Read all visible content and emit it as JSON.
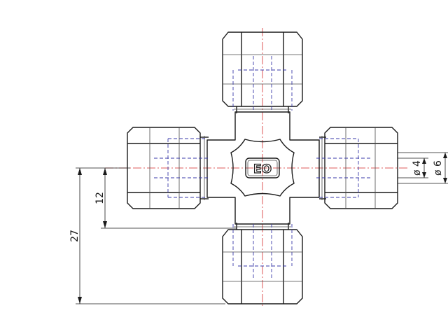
{
  "drawing": {
    "logo": "EO",
    "dimensions": {
      "overall_length": "27",
      "half_length": "12",
      "bore_diameter": "ø 4",
      "tube_diameter": "ø 6"
    },
    "colors": {
      "outline": "#1a1a1a",
      "hidden_line": "#3a3aa8",
      "center_line": "#d42a2a"
    }
  }
}
